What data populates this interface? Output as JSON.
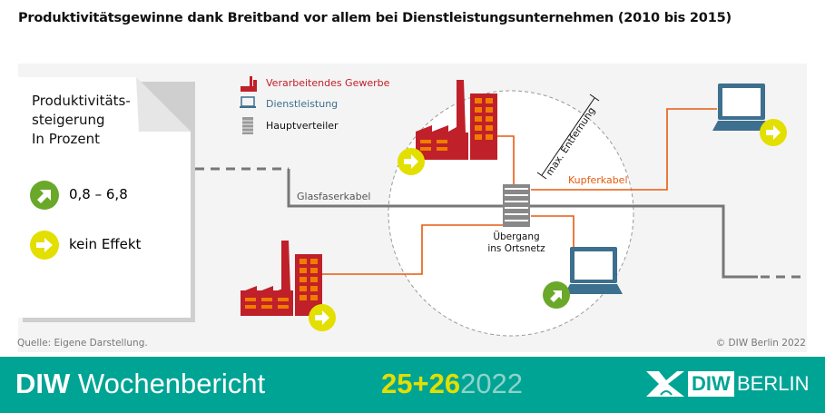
{
  "title": "Produktivitätsgewinne dank Breitband vor allem bei Dienstleistungsunternehmen (2010 bis 2015)",
  "legend_card": {
    "heading_line1": "Produktivitäts-",
    "heading_line2": "steigerung",
    "heading_line3": "In Prozent",
    "items": [
      {
        "icon": "green-arrow-up-right-icon",
        "label": "0,8 – 6,8"
      },
      {
        "icon": "yellow-arrow-right-icon",
        "label": "kein Effekt"
      }
    ]
  },
  "legend": [
    {
      "icon": "factory-icon",
      "label": "Verarbeitendes Gewerbe",
      "color": "#c0202a"
    },
    {
      "icon": "laptop-icon",
      "label": "Dienstleistung",
      "color": "#3d6f8e"
    },
    {
      "icon": "distributor-icon",
      "label": "Hauptverteiler",
      "color": "#111111"
    }
  ],
  "diagram": {
    "fiber_label": "Glasfaserkabel",
    "copper_label": "Kupferkabel",
    "distance_label": "max. Entfernung",
    "hub_label_1": "Übergang",
    "hub_label_2": "ins Ortsnetz"
  },
  "source": "Quelle: Eigene Darstellung.",
  "copyright": "© DIW Berlin 2022",
  "footer": {
    "brand_bold": "DIW",
    "brand": "Wochenbericht",
    "issue": "25+26",
    "year": "2022",
    "logo_diw": "DIW",
    "logo_berlin": "BERLIN"
  },
  "colors": {
    "teal": "#00a495",
    "yellow": "#e3df00",
    "green": "#6aa82a",
    "orange": "#e85a0e",
    "red": "#c0202a"
  }
}
